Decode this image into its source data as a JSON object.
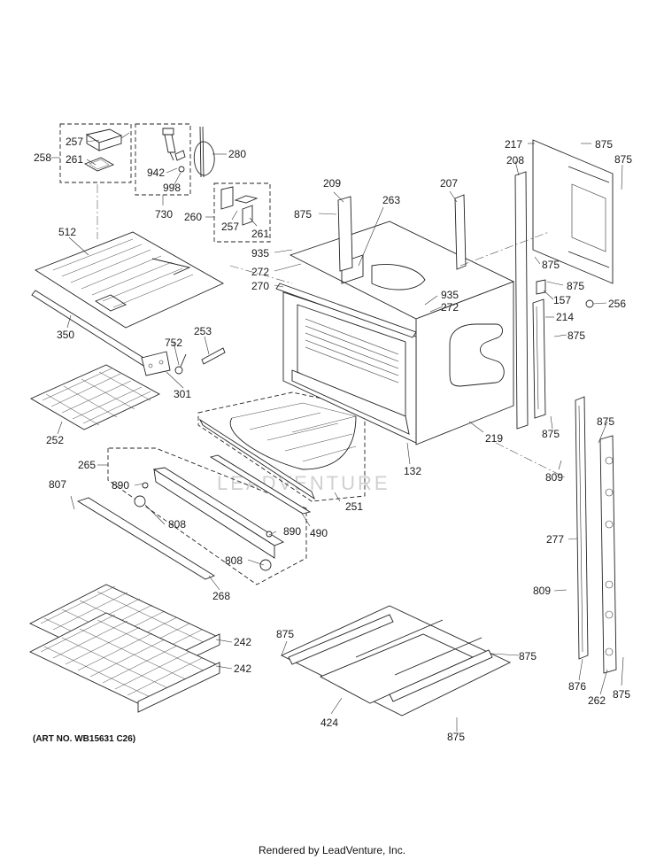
{
  "art_number": "(ART NO. WB15631 C26)",
  "footer": "Rendered by LeadVenture, Inc.",
  "watermark": "LEADVENTURE",
  "callouts": [
    "257",
    "258",
    "261",
    "942",
    "998",
    "730",
    "280",
    "260",
    "257",
    "261",
    "512",
    "350",
    "252",
    "301",
    "752",
    "253",
    "265",
    "890",
    "808",
    "890",
    "808",
    "807",
    "268",
    "490",
    "251",
    "132",
    "209",
    "875",
    "263",
    "935",
    "272",
    "270",
    "935",
    "272",
    "207",
    "219",
    "217",
    "875",
    "208",
    "875",
    "875",
    "875",
    "157",
    "256",
    "214",
    "875",
    "875",
    "875",
    "809",
    "277",
    "809",
    "876",
    "262",
    "875",
    "242",
    "242",
    "875",
    "875",
    "424",
    "875"
  ]
}
